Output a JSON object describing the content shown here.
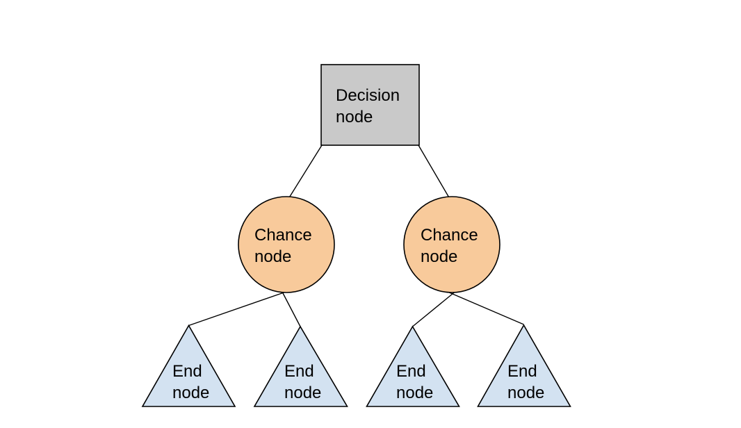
{
  "diagram": {
    "kind": "decision-tree",
    "background_color": "#ffffff",
    "stroke_color": "#000000",
    "text_color": "#000000",
    "nodes": [
      {
        "id": "decision-1",
        "type": "decision",
        "shape": "rectangle",
        "label": "Decision node",
        "lines": [
          "Decision",
          "node"
        ],
        "fill": "#c9c9c9"
      },
      {
        "id": "chance-1",
        "type": "chance",
        "shape": "circle",
        "label": "Chance node",
        "lines": [
          "Chance",
          "node"
        ],
        "fill": "#f8ca9b"
      },
      {
        "id": "chance-2",
        "type": "chance",
        "shape": "circle",
        "label": "Chance node",
        "lines": [
          "Chance",
          "node"
        ],
        "fill": "#f8ca9b"
      },
      {
        "id": "end-1",
        "type": "end",
        "shape": "triangle",
        "label": "End node",
        "lines": [
          "End",
          "node"
        ],
        "fill": "#d3e2f1"
      },
      {
        "id": "end-2",
        "type": "end",
        "shape": "triangle",
        "label": "End node",
        "lines": [
          "End",
          "node"
        ],
        "fill": "#d3e2f1"
      },
      {
        "id": "end-3",
        "type": "end",
        "shape": "triangle",
        "label": "End node",
        "lines": [
          "End",
          "node"
        ],
        "fill": "#d3e2f1"
      },
      {
        "id": "end-4",
        "type": "end",
        "shape": "triangle",
        "label": "End node",
        "lines": [
          "End",
          "node"
        ],
        "fill": "#d3e2f1"
      }
    ],
    "edges": [
      {
        "from": "decision-1",
        "to": "chance-1"
      },
      {
        "from": "decision-1",
        "to": "chance-2"
      },
      {
        "from": "chance-1",
        "to": "end-1"
      },
      {
        "from": "chance-1",
        "to": "end-2"
      },
      {
        "from": "chance-2",
        "to": "end-3"
      },
      {
        "from": "chance-2",
        "to": "end-4"
      }
    ]
  }
}
